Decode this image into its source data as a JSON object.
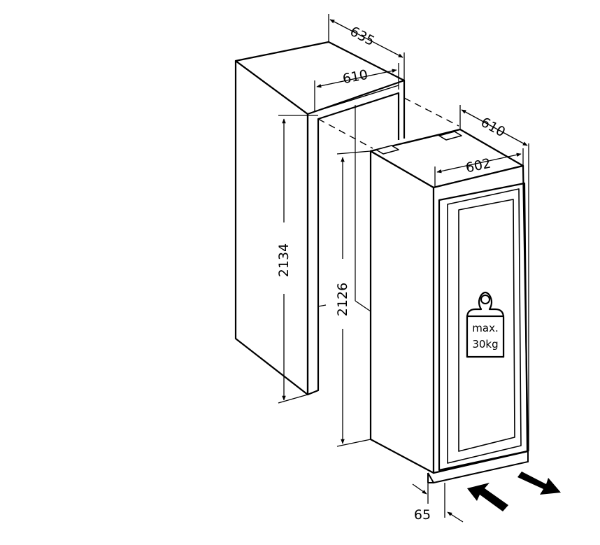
{
  "dimensions": {
    "niche_depth": "635",
    "niche_inner_width": "610",
    "niche_height": "2134",
    "appliance_depth": "610",
    "appliance_width": "602",
    "appliance_height": "2126",
    "plinth_offset": "65"
  },
  "weight_badge": {
    "line1": "max.",
    "line2": "30kg",
    "icon": "weight-icon"
  },
  "colors": {
    "line": "#000000",
    "background": "#ffffff"
  }
}
